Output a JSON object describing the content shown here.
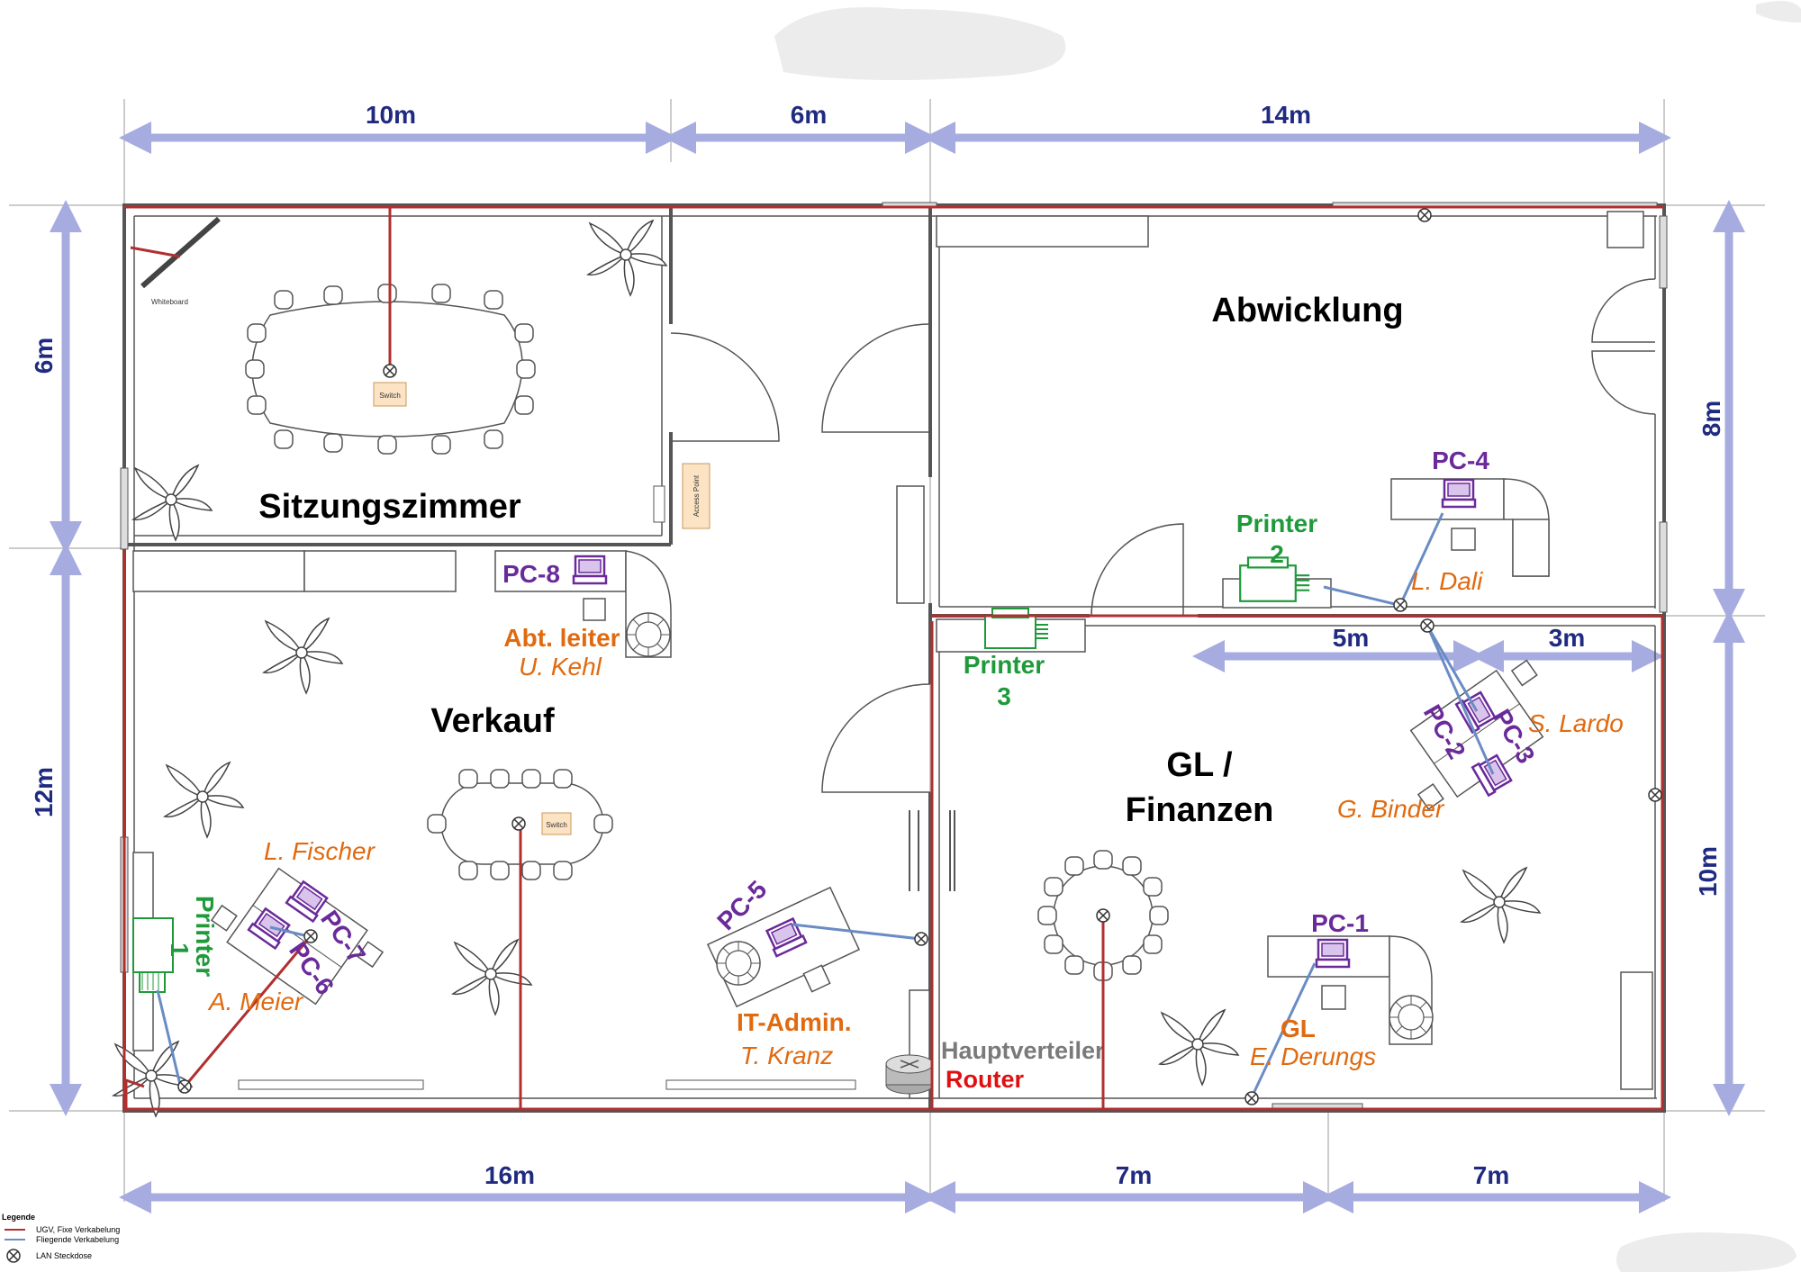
{
  "dimensions": {
    "top": [
      "10m",
      "6m",
      "14m"
    ],
    "bottom": [
      "16m",
      "7m",
      "7m"
    ],
    "left": [
      "6m",
      "12m"
    ],
    "right": [
      "8m",
      "10m"
    ],
    "inner": [
      "5m",
      "3m"
    ]
  },
  "rooms": {
    "sitzungszimmer": "Sitzungszimmer",
    "verkauf": "Verkauf",
    "abwicklung": "Abwicklung",
    "gl_finanzen_line1": "GL /",
    "gl_finanzen_line2": "Finanzen"
  },
  "devices": {
    "pc1": "PC-1",
    "pc2": "PC-2",
    "pc3": "PC-3",
    "pc4": "PC-4",
    "pc5": "PC-5",
    "pc6": "PC-6",
    "pc7": "PC-7",
    "pc8": "PC-8",
    "printer1_line1": "Printer",
    "printer1_line2": "1",
    "printer2_line1": "Printer",
    "printer2_line2": "2",
    "printer3_line1": "Printer",
    "printer3_line2": "3",
    "switch_label": "Switch",
    "access_point": "Access Point",
    "whiteboard": "Whiteboard",
    "hauptverteiler": "Hauptverteiler",
    "router": "Router"
  },
  "people": {
    "abt_leiter_role": "Abt. leiter",
    "abt_leiter_name": "U. Kehl",
    "l_fischer": "L. Fischer",
    "a_meier": "A. Meier",
    "it_admin_role": "IT-Admin.",
    "it_admin_name": "T. Kranz",
    "l_dali": "L. Dali",
    "s_lardo": "S. Lardo",
    "g_binder": "G. Binder",
    "gl_role": "GL",
    "gl_name": "E. Derungs"
  },
  "legend": {
    "title": "Legende",
    "fixed": "UGV, Fixe Verkabelung",
    "flying": "Fliegende Verkabelung",
    "socket": "LAN Steckdose"
  },
  "colors": {
    "fixed_cabling": "#b03030",
    "flying_cabling": "#6a8cc4",
    "dimension_arrows": "#a6acdf",
    "pc_labels": "#6a2a9a",
    "printer_labels": "#1e9a3a",
    "person_labels": "#e06a10",
    "router_label": "#e01010"
  }
}
